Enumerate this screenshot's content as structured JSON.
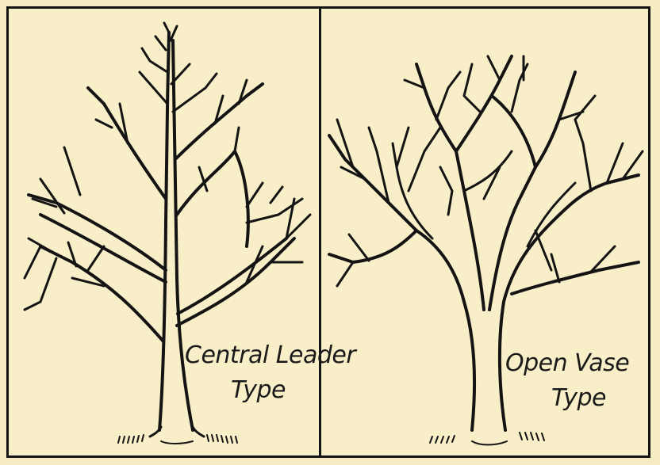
{
  "diagram": {
    "left_panel": {
      "label_line1": "Central Leader",
      "label_line2": "Type"
    },
    "right_panel": {
      "label_line1": "Open Vase",
      "label_line2": "Type"
    },
    "colors": {
      "paper": "#f6ecc4",
      "ink": "#141414"
    }
  }
}
